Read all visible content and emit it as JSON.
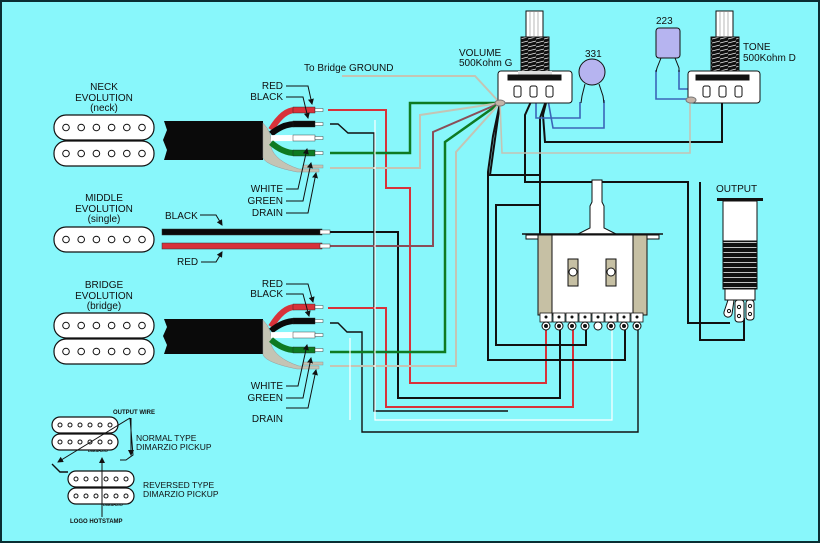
{
  "colors": {
    "background": "#88F7FB",
    "frame": "#0A2E33",
    "red": "#D8323A",
    "black": "#0A0A0A",
    "green": "#0E7A22",
    "drain": "#C4C4B4",
    "white": "#FFFFFF",
    "pot_blue": "#3A66B8",
    "cap_purple": "#B6B4F0",
    "wire_brown": "#8A4E58",
    "switch_tan": "#C6C0A4"
  },
  "labels": {
    "to_bridge_ground": "To Bridge GROUND",
    "volume_title": "VOLUME",
    "volume_value": "500Kohm G",
    "tone_title": "TONE",
    "tone_value": "500Kohm D",
    "cap_331": "331",
    "cap_223": "223",
    "output": "OUTPUT"
  },
  "pickups": {
    "neck": {
      "line1": "NECK",
      "line2": "EVOLUTION",
      "line3": "(neck)"
    },
    "middle": {
      "line1": "MIDDLE",
      "line2": "EVOLUTION",
      "line3": "(single)"
    },
    "bridge": {
      "line1": "BRIDGE",
      "line2": "EVOLUTION",
      "line3": "(bridge)"
    }
  },
  "wire_labels": {
    "neck": {
      "red": "RED",
      "black": "BLACK",
      "white": "WHITE",
      "green": "GREEN",
      "drain": "DRAIN"
    },
    "middle": {
      "black": "BLACK",
      "red": "RED"
    },
    "bridge": {
      "red": "RED",
      "black": "BLACK",
      "white": "WHITE",
      "green": "GREEN",
      "drain": "DRAIN"
    }
  },
  "legend": {
    "output_wire": "OUTPUT WIRE",
    "normal_line1": "NORMAL TYPE",
    "normal_line2": "DIMARZIO PICKUP",
    "reversed_line1": "REVERSED TYPE",
    "reversed_line2": "DIMARZIO PICKUP",
    "logo": "LOGO HOTSTAMP",
    "stamp": "DIMARZIO"
  }
}
